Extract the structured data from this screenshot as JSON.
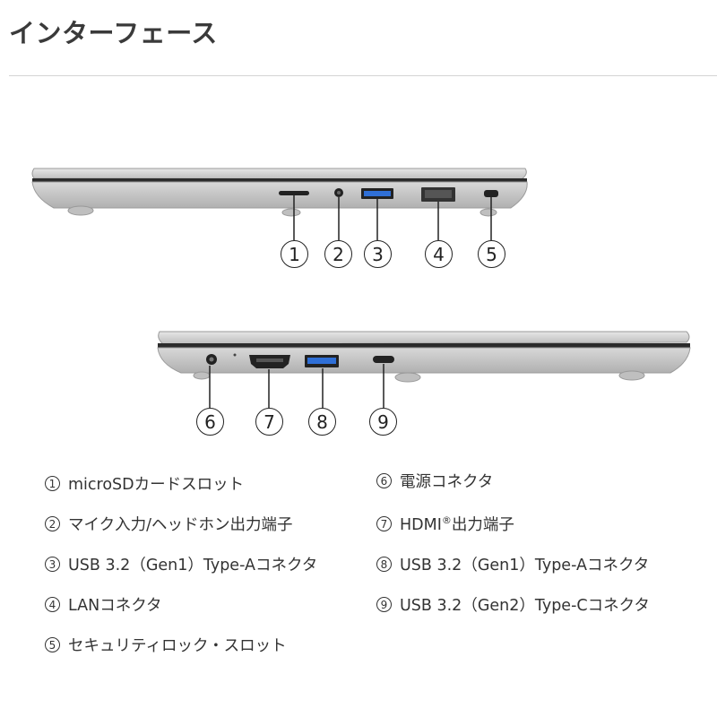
{
  "page": {
    "title": "インターフェース"
  },
  "callouts_top": [
    "1",
    "2",
    "3",
    "4",
    "5"
  ],
  "callouts_bottom": [
    "6",
    "7",
    "8",
    "9"
  ],
  "legend": [
    {
      "num": "1",
      "text": "microSDカードスロット"
    },
    {
      "num": "2",
      "text": "マイク入力/ヘッドホン出力端子"
    },
    {
      "num": "3",
      "text": "USB 3.2（Gen1）Type-Aコネクタ"
    },
    {
      "num": "4",
      "text": "LANコネクタ"
    },
    {
      "num": "5",
      "text": "セキュリティロック・スロット"
    },
    {
      "num": "6",
      "text": "電源コネクタ"
    },
    {
      "num": "7",
      "text": "HDMI",
      "sup": "®",
      "text_after": "出力端子"
    },
    {
      "num": "8",
      "text": "USB 3.2（Gen1）Type-Aコネクタ"
    },
    {
      "num": "9",
      "text": "USB 3.2（Gen2）Type-Cコネクタ"
    }
  ],
  "colors": {
    "usb_blue": "#2f6fd6",
    "body_silver": "#c9c9c9",
    "outline": "#222222"
  }
}
